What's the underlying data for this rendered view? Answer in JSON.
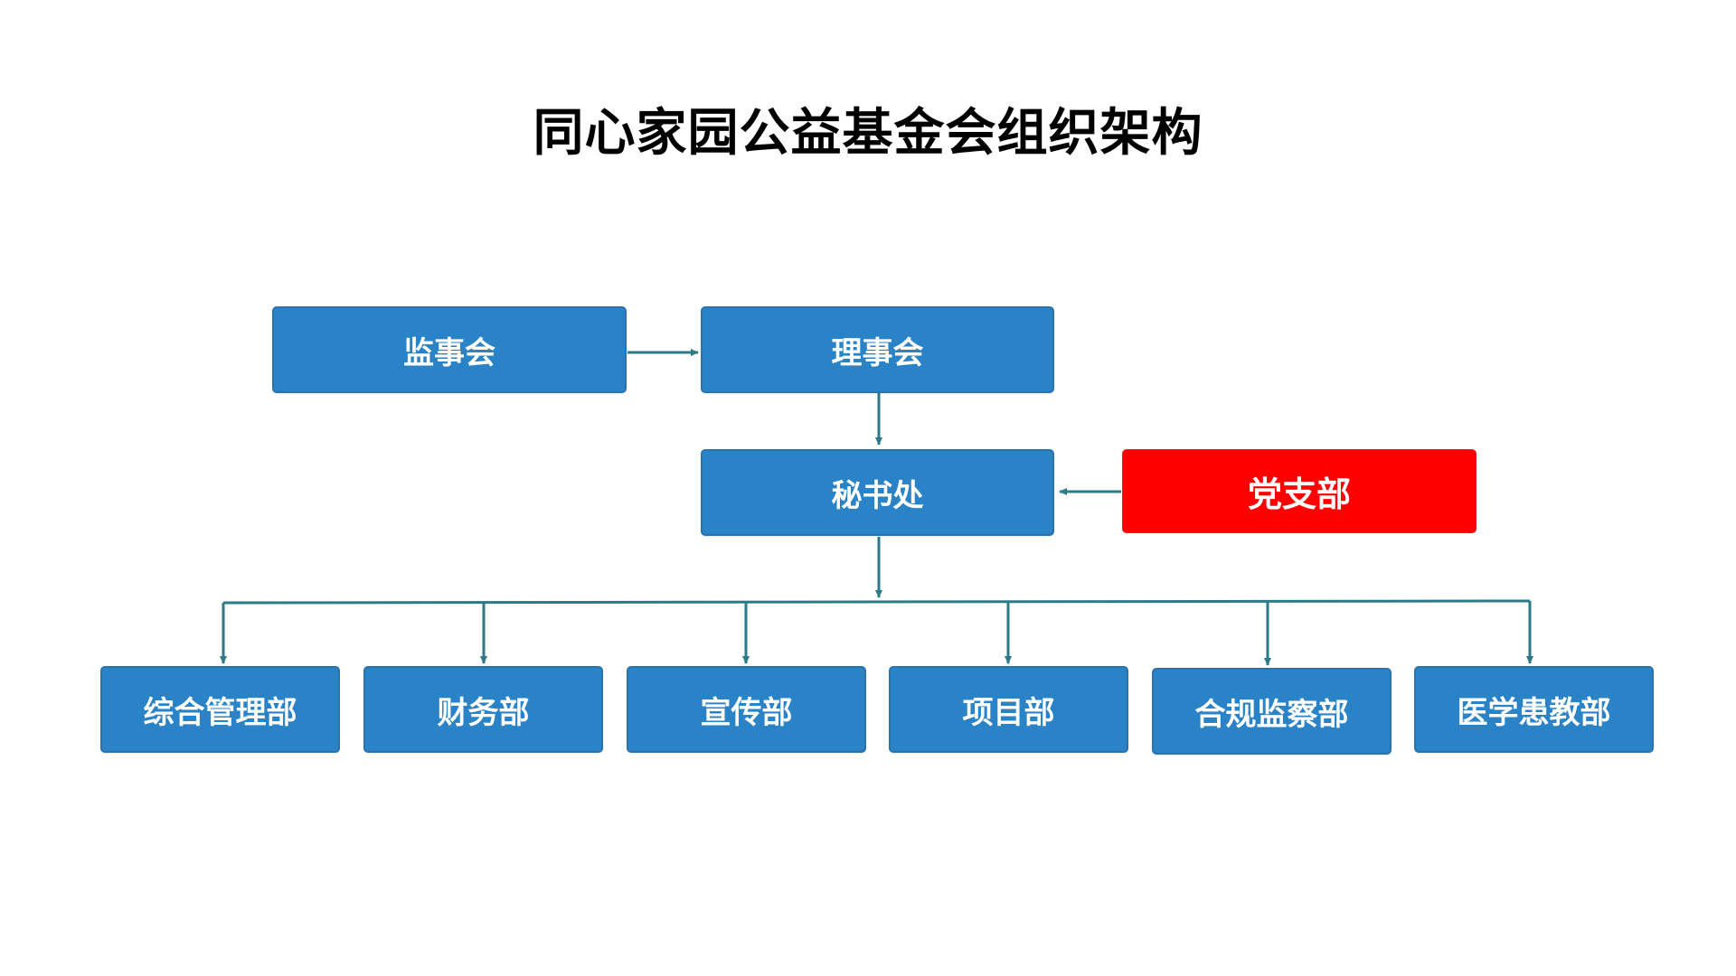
{
  "title": "同心家园公益基金会组织架构",
  "colors": {
    "box": "#2a83c6",
    "party_box": "#ff0000",
    "connector": "#2b7a86",
    "text_on_box": "#ffffff"
  },
  "nodes": {
    "supervisory_board": "监事会",
    "board_of_directors": "理事会",
    "secretariat": "秘书处",
    "party_branch": "党支部"
  },
  "departments": [
    "综合管理部",
    "财务部",
    "宣传部",
    "项目部",
    "合规监察部",
    "医学患教部"
  ],
  "relations": [
    {
      "from": "监事会",
      "to": "理事会"
    },
    {
      "from": "理事会",
      "to": "秘书处"
    },
    {
      "from": "党支部",
      "to": "秘书处"
    },
    {
      "from": "秘书处",
      "to": "综合管理部"
    },
    {
      "from": "秘书处",
      "to": "财务部"
    },
    {
      "from": "秘书处",
      "to": "宣传部"
    },
    {
      "from": "秘书处",
      "to": "项目部"
    },
    {
      "from": "秘书处",
      "to": "合规监察部"
    },
    {
      "from": "秘书处",
      "to": "医学患教部"
    }
  ]
}
